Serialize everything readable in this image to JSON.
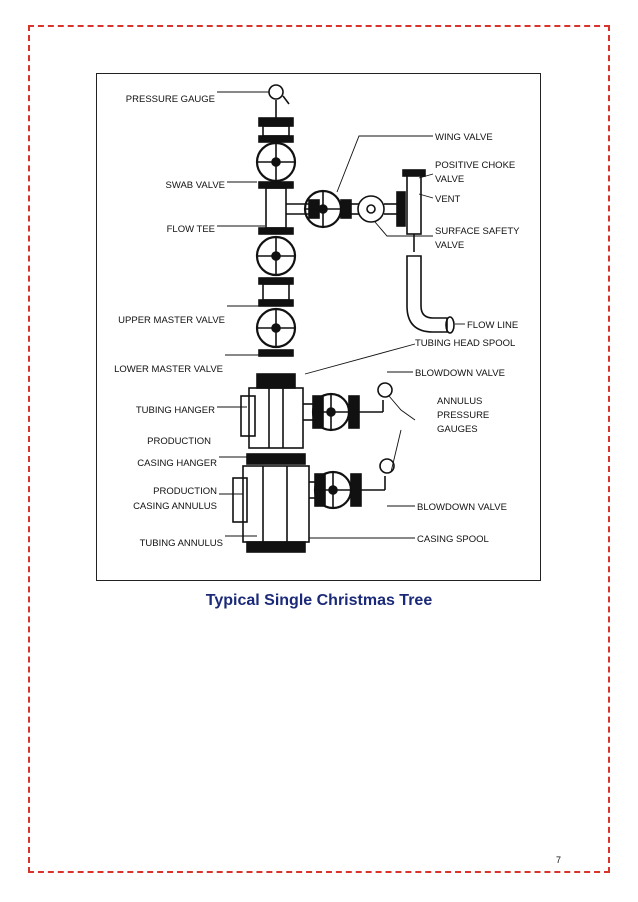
{
  "figure": {
    "caption": "Typical Single Christmas Tree",
    "labels_left": {
      "pressure_gauge": "PRESSURE GAUGE",
      "swab_valve": "SWAB VALVE",
      "flow_tee": "FLOW TEE",
      "upper_master_valve": "UPPER MASTER VALVE",
      "lower_master_valve": "LOWER MASTER VALVE",
      "tubing_hanger": "TUBING HANGER",
      "production_casing_hanger": [
        "PRODUCTION",
        "CASING HANGER"
      ],
      "production_casing_annulus": [
        "PRODUCTION",
        "CASING ANNULUS"
      ],
      "tubing_annulus": "TUBING ANNULUS"
    },
    "labels_right": {
      "wing_valve": "WING VALVE",
      "positive_choke_valve": [
        "POSITIVE CHOKE",
        "VALVE"
      ],
      "vent": "VENT",
      "surface_safety_valve": [
        "SURFACE SAFETY",
        "VALVE"
      ],
      "flow_line": "FLOW LINE",
      "tubing_head_spool": "TUBING HEAD SPOOL",
      "blowdown_valve_upper": "BLOWDOWN VALVE",
      "annulus_pressure_gauges": [
        "ANNULUS",
        "PRESSURE",
        "GAUGES"
      ],
      "blowdown_valve_lower": "BLOWDOWN VALVE",
      "casing_spool": "CASING SPOOL"
    }
  },
  "page": {
    "number": "7"
  }
}
